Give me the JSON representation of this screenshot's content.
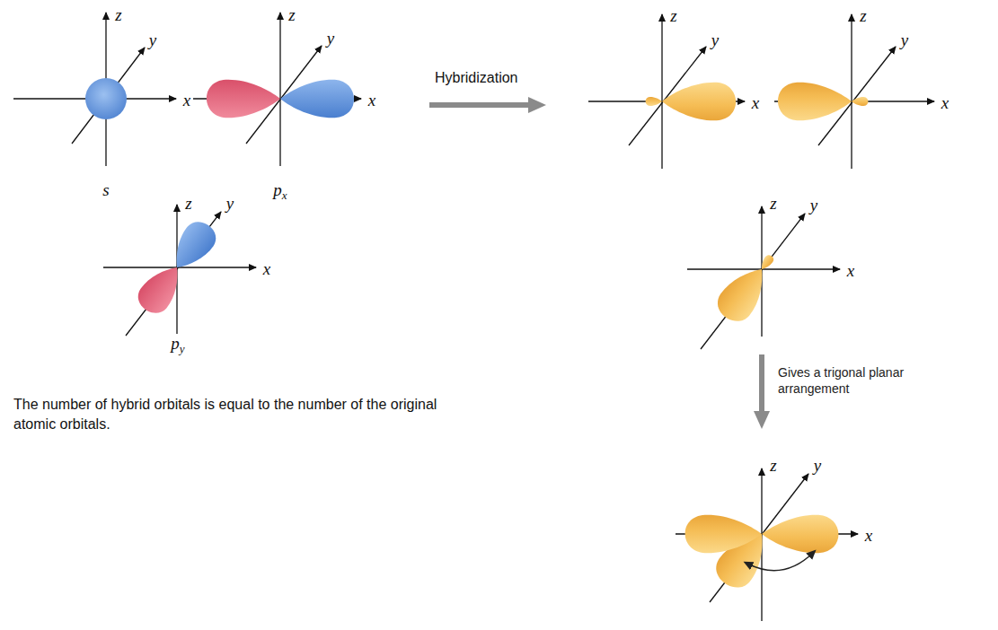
{
  "diagram": {
    "labels": [
      "z",
      "y",
      "x",
      "z",
      "y",
      "x",
      "Hybridization",
      "z",
      "y",
      "x",
      "z",
      "y",
      "x",
      "s",
      "px",
      "z",
      "y",
      "x",
      "z",
      "y",
      "x",
      "py",
      "The number of hybrid orbitals is equal to the number of the original atomic orbitals.",
      "Gives a trigonal planar arrangement",
      "z",
      "y",
      "x"
    ]
  }
}
